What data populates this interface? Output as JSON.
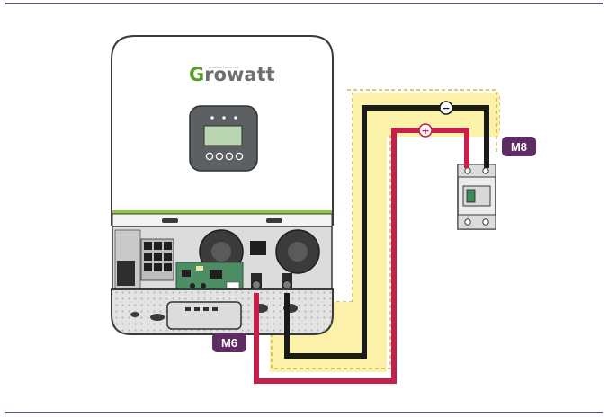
{
  "brand": {
    "name_initial": "G",
    "name_rest": "rowatt",
    "tagline": "growing tomorrow",
    "initial_color": "#5b9a2e",
    "text_color": "#6d6e71",
    "accent_stripe_color": "#8dc63f"
  },
  "labels": {
    "inverter_terminal_size": "M6",
    "breaker_terminal_size": "M8",
    "negative_symbol": "−",
    "positive_symbol": "+"
  },
  "colors": {
    "rule": "#5b5474",
    "label_tag": "#5e2b63",
    "negative_cable": "#1a1a1a",
    "positive_cable": "#c4204a",
    "battery_zone_fill": "#fbf1a8",
    "battery_zone_border": "#c9a227"
  }
}
